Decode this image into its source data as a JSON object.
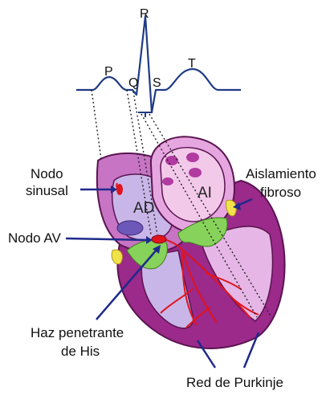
{
  "ecg": {
    "p": "P",
    "q": "Q",
    "r": "R",
    "s": "S",
    "t": "T"
  },
  "chambers": {
    "right_atrium": "AD",
    "left_atrium": "AI"
  },
  "labels": {
    "sinus_node_line1": "Nodo",
    "sinus_node_line2": "sinusal",
    "fibrous_insulation_line1": "Aislamiento",
    "fibrous_insulation_line2": "fibroso",
    "av_node": "Nodo AV",
    "his_line1": "Haz penetrante",
    "his_line2": "de His",
    "purkinje": "Red de Purkinje"
  },
  "colors": {
    "heart_dark": "#9b2a8a",
    "heart_mid": "#c774c4",
    "heart_light": "#e6b6e6",
    "atrium_inner": "#c9b6e8",
    "left_atrium_fill": "#f3c9ea",
    "conduction_green": "#86d25a",
    "fibrous_yellow": "#f2e24a",
    "conduction_red": "#e0141e",
    "arrow_blue": "#1f2a8a"
  }
}
